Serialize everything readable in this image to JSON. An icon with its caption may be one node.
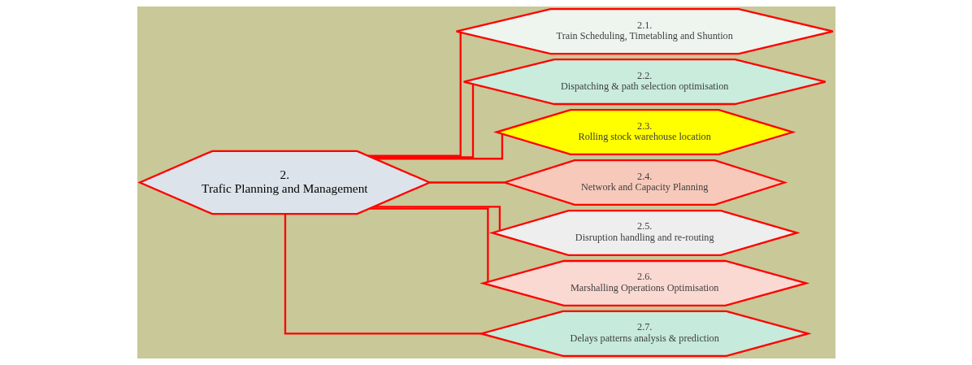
{
  "diagram": {
    "nodes": [
      {
        "text": [
          "2.",
          "Trafic Planning and Management"
        ]
      },
      {
        "text": [
          "2.1.",
          "Train Scheduling, Timetabling and Shuntion"
        ]
      },
      {
        "text": [
          "2.2.",
          "Dispatching & path selection optimisation"
        ]
      },
      {
        "text": [
          "2.3.",
          "Rolling stock warehouse location"
        ]
      },
      {
        "text": [
          "2.4.",
          "Network and Capacity Planning"
        ]
      },
      {
        "text": [
          "2.5.",
          "Disruption handling and re-routing"
        ]
      },
      {
        "text": [
          "2.6.",
          "Marshalling Operations Optimisation"
        ]
      },
      {
        "text": [
          "2.7.",
          "Delays patterns analysis & prediction"
        ]
      }
    ],
    "edges": [
      {
        "from": 0,
        "to": 1,
        "arrow": "none"
      },
      {
        "from": 0,
        "to": 2,
        "arrow": "none"
      },
      {
        "from": 0,
        "to": 3,
        "arrow": "none"
      },
      {
        "from": 0,
        "to": 4,
        "arrow": "none"
      },
      {
        "from": 0,
        "to": 5,
        "arrow": "none"
      },
      {
        "from": 0,
        "to": 6,
        "arrow": "none"
      },
      {
        "from": 0,
        "to": 7,
        "arrow": "none"
      }
    ]
  }
}
